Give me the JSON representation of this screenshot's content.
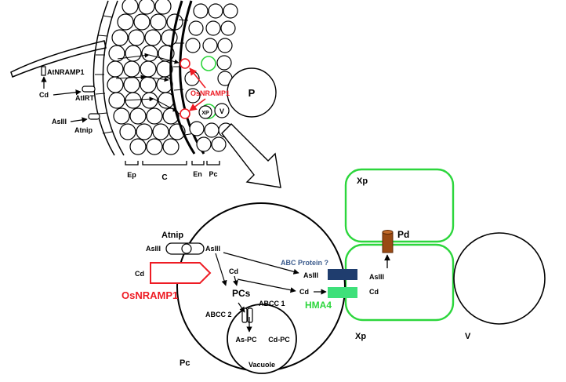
{
  "upper": {
    "atnramp1": "AtNRAMP1",
    "cd": "Cd",
    "atirt": "AtIRT",
    "asiii": "AsIII",
    "atnip": "Atnip",
    "osnramp1": "OsNRAMP1",
    "xp": "XP",
    "v": "V",
    "p": "P",
    "ep": "Ep",
    "c": "C",
    "en": "En",
    "pc": "Pc"
  },
  "lower": {
    "xp_top": "Xp",
    "pd": "Pd",
    "atnip": "Atnip",
    "asiii_in": "AsIII",
    "asiii_out": "AsIII",
    "abc_protein": "ABC Protein ?",
    "asiii_cyt": "AsIII",
    "asiii_xp": "AsIII",
    "cd_left": "Cd",
    "cd_cyt": "Cd",
    "cd_mid": "Cd",
    "cd_xp": "Cd",
    "osnramp1": "OsNRAMP1",
    "hma4": "HMA4",
    "pcs": "PCs",
    "abcc1": "ABCC 1",
    "abcc2": "ABCC 2",
    "as_pc": "As-PC",
    "cd_pc": "Cd-PC",
    "vacuole": "Vacuole",
    "pc": "Pc",
    "xp_bottom": "Xp",
    "v": "V"
  },
  "colors": {
    "red": "#ee1c24",
    "green": "#2cd63c",
    "green_fill": "#3ee07a",
    "navy": "#1f3d6e",
    "blue_text": "#3a5a8c",
    "pd": "#9a4a14"
  }
}
